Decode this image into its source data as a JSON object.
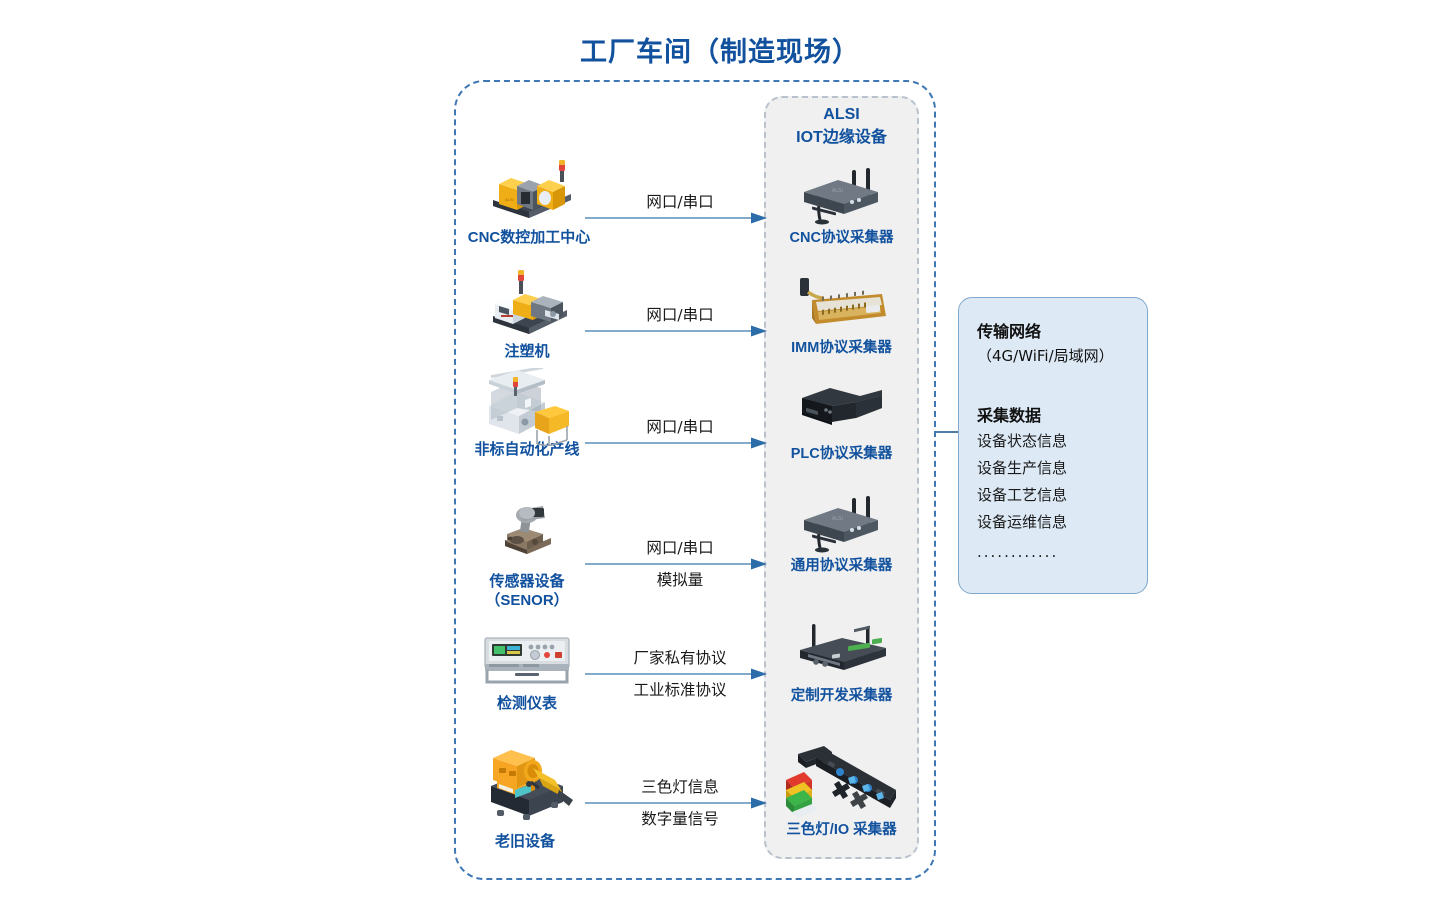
{
  "page": {
    "title": "工厂车间（制造现场）",
    "accent_blue": "#11519e",
    "dashed_border_blue": "#3f77b5",
    "panel_grey": "#f0f0f0",
    "transmission_panel_blue": "#ddeaf6"
  },
  "alsi_panel": {
    "heading_line1": "ALSI",
    "heading_line2": "IOT边缘设备"
  },
  "devices": [
    {
      "label": "CNC数控加工中心",
      "icon": "cnc-machine-icon"
    },
    {
      "label": "注塑机",
      "icon": "injection-molding-machine-icon"
    },
    {
      "label": "非标自动化产线",
      "icon": "automation-line-icon"
    },
    {
      "label_line1": "传感器设备",
      "label_line2": "（SENOR）",
      "icon": "sensor-device-icon"
    },
    {
      "label": "检测仪表",
      "icon": "measuring-instrument-icon"
    },
    {
      "label": "老旧设备",
      "icon": "legacy-equipment-icon"
    }
  ],
  "flows": [
    {
      "top": "网口/串口",
      "bottom": ""
    },
    {
      "top": "网口/串口",
      "bottom": ""
    },
    {
      "top": "网口/串口",
      "bottom": ""
    },
    {
      "top": "网口/串口",
      "bottom": "模拟量"
    },
    {
      "top": "厂家私有协议",
      "bottom": "工业标准协议"
    },
    {
      "top": "三色灯信息",
      "bottom": "数字量信号"
    }
  ],
  "collectors": [
    {
      "label": "CNC协议采集器",
      "icon": "cnc-collector-icon"
    },
    {
      "label": "IMM协议采集器",
      "icon": "imm-collector-icon"
    },
    {
      "label": "PLC协议采集器",
      "icon": "plc-collector-icon"
    },
    {
      "label": "通用协议采集器",
      "icon": "generic-collector-icon"
    },
    {
      "label": "定制开发采集器",
      "icon": "custom-collector-icon"
    },
    {
      "label": "三色灯/IO 采集器",
      "icon": "stacklight-io-collector-icon"
    }
  ],
  "transmission": {
    "network_heading": "传输网络",
    "network_sub": "（4G/WiFi/局域网）",
    "data_heading": "采集数据",
    "data_items": [
      "设备状态信息",
      "设备生产信息",
      "设备工艺信息",
      "设备运维信息"
    ],
    "ellipsis": "............"
  }
}
